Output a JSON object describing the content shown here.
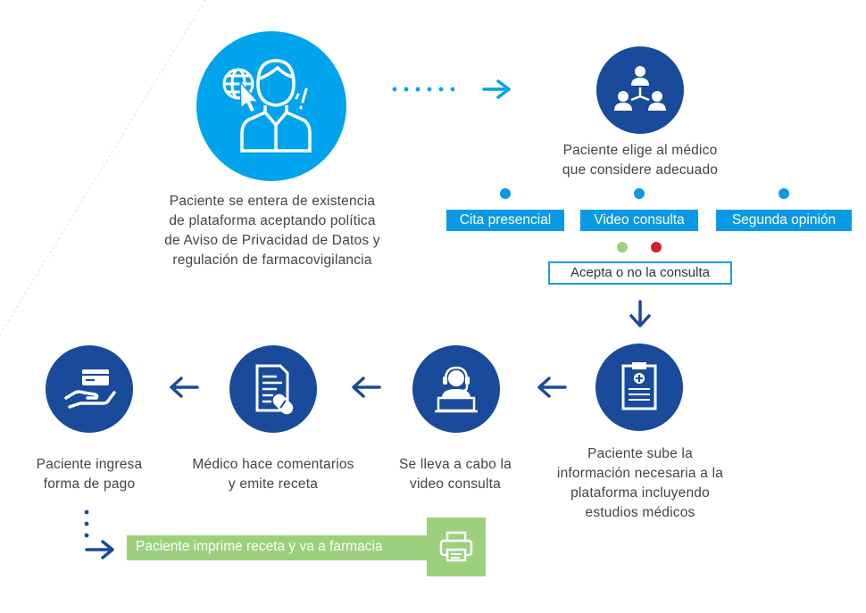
{
  "steps": {
    "awareness": {
      "icon": "user-web-icon",
      "text": [
        "Paciente se entera de existencia",
        "de plataforma aceptando política",
        "de Aviso de Privacidad de Datos y",
        "regulación de farmacovigilancia"
      ]
    },
    "choose_doctor": {
      "icon": "doctors-network-icon",
      "text": [
        "Paciente elige al médico",
        "que considere adecuado"
      ]
    },
    "options": [
      "Cita presencial",
      "Video consulta",
      "Segunda opinión"
    ],
    "accept": "Acepta o no la consulta",
    "upload": {
      "icon": "clipboard-icon",
      "text": [
        "Paciente sube la",
        "información necesaria a la",
        "plataforma incluyendo",
        "estudios médicos"
      ]
    },
    "video": {
      "icon": "headset-doctor-icon",
      "text": [
        "Se lleva a cabo la",
        "video consulta"
      ]
    },
    "prescription": {
      "icon": "prescription-icon",
      "text": [
        "Médico hace comentarios",
        "y emite receta"
      ]
    },
    "payment": {
      "icon": "card-hand-icon",
      "text": [
        "Paciente ingresa",
        "forma de pago"
      ]
    },
    "pharmacy": {
      "label": "Paciente imprime receta y va a farmacia",
      "icon": "printer-icon"
    }
  },
  "colors": {
    "light_blue": "#00a3ec",
    "dark_blue": "#1a4a9a",
    "box_blue": "#0a9ae5",
    "green": "#9dd07c",
    "green_dot": "#9dd07c",
    "red_dot": "#d22030"
  }
}
